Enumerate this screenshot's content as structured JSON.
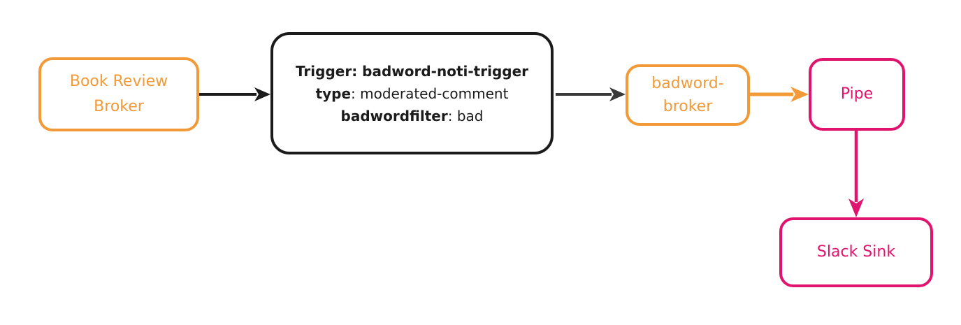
{
  "colors": {
    "broker_orange": "#F29A37",
    "node_black": "#1b1b1b",
    "edge_black": "#1b1b1b",
    "edge_dark": "#383838",
    "pipe_pink": "#E0146E",
    "background": "#ffffff"
  },
  "nodes": {
    "book_review_broker": {
      "lines": [
        "Book Review",
        "Broker"
      ]
    },
    "trigger": {
      "line1": "Trigger: badword-noti-trigger",
      "line2_key": "type",
      "line2_rest": ": moderated-comment",
      "line3_key": "badwordfilter",
      "line3_rest": ": bad"
    },
    "badword_broker": {
      "lines": [
        "badword-",
        "broker"
      ]
    },
    "pipe": {
      "label": "Pipe"
    },
    "slack_sink": {
      "label": "Slack Sink"
    }
  },
  "edges": [
    {
      "from": "Book Review Broker",
      "to": "Trigger",
      "color": "black"
    },
    {
      "from": "Trigger",
      "to": "badword-broker",
      "color": "dark-gray"
    },
    {
      "from": "badword-broker",
      "to": "Pipe",
      "color": "orange"
    },
    {
      "from": "Pipe",
      "to": "Slack Sink",
      "color": "pink"
    }
  ]
}
